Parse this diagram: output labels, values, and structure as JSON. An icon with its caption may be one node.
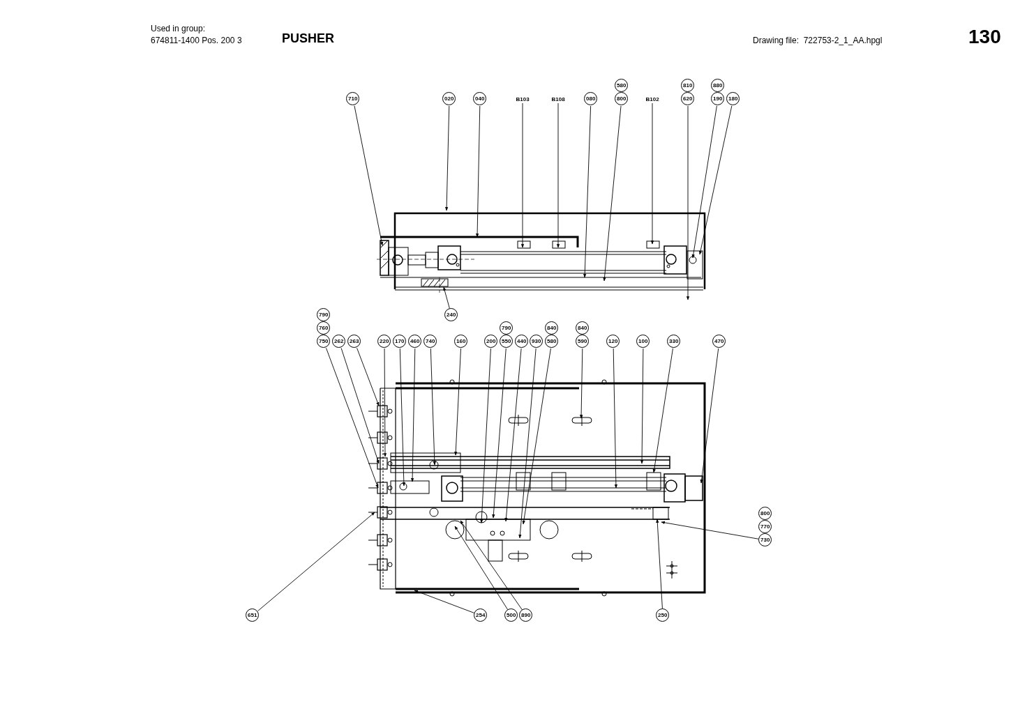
{
  "diagram": {
    "title": "PUSHER",
    "nodes": [
      {
        "text": [
          "710"
        ]
      },
      {
        "text": [
          "020"
        ]
      },
      {
        "text": [
          "040"
        ]
      },
      {
        "text": [
          "B103"
        ]
      },
      {
        "text": [
          "B108"
        ]
      },
      {
        "text": [
          "080"
        ]
      },
      {
        "text": [
          "800"
        ]
      },
      {
        "text": [
          "B102"
        ]
      },
      {
        "text": [
          "620"
        ]
      },
      {
        "text": [
          "190"
        ]
      },
      {
        "text": [
          "180"
        ]
      },
      {
        "text": [
          "240"
        ]
      },
      {
        "text": [
          "750"
        ]
      },
      {
        "text": [
          "262"
        ]
      },
      {
        "text": [
          "263"
        ]
      },
      {
        "text": [
          "220"
        ]
      },
      {
        "text": [
          "170"
        ]
      },
      {
        "text": [
          "460"
        ]
      },
      {
        "text": [
          "740"
        ]
      },
      {
        "text": [
          "160"
        ]
      },
      {
        "text": [
          "200"
        ]
      },
      {
        "text": [
          "550"
        ]
      },
      {
        "text": [
          "440"
        ]
      },
      {
        "text": [
          "930"
        ]
      },
      {
        "text": [
          "580"
        ]
      },
      {
        "text": [
          "590"
        ]
      },
      {
        "text": [
          "120"
        ]
      },
      {
        "text": [
          "100"
        ]
      },
      {
        "text": [
          "330"
        ]
      },
      {
        "text": [
          "470"
        ]
      },
      {
        "text": [
          "730"
        ]
      },
      {
        "text": [
          "651"
        ]
      },
      {
        "text": [
          "254"
        ]
      },
      {
        "text": [
          "500"
        ]
      },
      {
        "text": [
          "890"
        ]
      },
      {
        "text": [
          "250"
        ]
      },
      {
        "text": [
          "580"
        ]
      },
      {
        "text": [
          "810"
        ]
      },
      {
        "text": [
          "880"
        ]
      },
      {
        "text": [
          "790"
        ]
      },
      {
        "text": [
          "760"
        ]
      },
      {
        "text": [
          "790"
        ]
      },
      {
        "text": [
          "840"
        ]
      },
      {
        "text": [
          "840"
        ]
      },
      {
        "text": [
          "800"
        ]
      },
      {
        "text": [
          "770"
        ]
      }
    ],
    "edges": [
      {
        "from": 0,
        "to": null,
        "arrow": "to"
      },
      {
        "from": 1,
        "to": null,
        "arrow": "to"
      },
      {
        "from": 2,
        "to": null,
        "arrow": "to"
      },
      {
        "from": 3,
        "to": null,
        "arrow": "to"
      },
      {
        "from": 4,
        "to": null,
        "arrow": "to"
      },
      {
        "from": 5,
        "to": null,
        "arrow": "to"
      },
      {
        "from": 6,
        "to": null,
        "arrow": "to"
      },
      {
        "from": 7,
        "to": null,
        "arrow": "to"
      },
      {
        "from": 8,
        "to": null,
        "arrow": "to"
      },
      {
        "from": 9,
        "to": null,
        "arrow": "to"
      },
      {
        "from": 10,
        "to": null,
        "arrow": "to"
      },
      {
        "from": 11,
        "to": null,
        "arrow": "to"
      },
      {
        "from": 12,
        "to": null,
        "arrow": "to"
      },
      {
        "from": 13,
        "to": null,
        "arrow": "to"
      },
      {
        "from": 14,
        "to": null,
        "arrow": "to"
      },
      {
        "from": 15,
        "to": null,
        "arrow": "to"
      },
      {
        "from": 16,
        "to": null,
        "arrow": "to"
      },
      {
        "from": 17,
        "to": null,
        "arrow": "to"
      },
      {
        "from": 18,
        "to": null,
        "arrow": "to"
      },
      {
        "from": 19,
        "to": null,
        "arrow": "to"
      },
      {
        "from": 20,
        "to": null,
        "arrow": "to"
      },
      {
        "from": 21,
        "to": null,
        "arrow": "to"
      },
      {
        "from": 22,
        "to": null,
        "arrow": "to"
      },
      {
        "from": 23,
        "to": null,
        "arrow": "to"
      },
      {
        "from": 24,
        "to": null,
        "arrow": "to"
      },
      {
        "from": 25,
        "to": null,
        "arrow": "to"
      },
      {
        "from": 26,
        "to": null,
        "arrow": "to"
      },
      {
        "from": 27,
        "to": null,
        "arrow": "to"
      },
      {
        "from": 28,
        "to": null,
        "arrow": "to"
      },
      {
        "from": 29,
        "to": null,
        "arrow": "to"
      },
      {
        "from": 30,
        "to": null,
        "arrow": "to"
      },
      {
        "from": 31,
        "to": null,
        "arrow": "to"
      },
      {
        "from": 32,
        "to": null,
        "arrow": "to"
      },
      {
        "from": 33,
        "to": null,
        "arrow": "to"
      },
      {
        "from": 34,
        "to": null,
        "arrow": "to"
      },
      {
        "from": 35,
        "to": null,
        "arrow": "to"
      }
    ],
    "labels": [
      "Used in group:",
      "674811-1400 Pos. 200 3",
      "Drawing file:  722753-2_1_AA.hpgl",
      "130"
    ]
  }
}
